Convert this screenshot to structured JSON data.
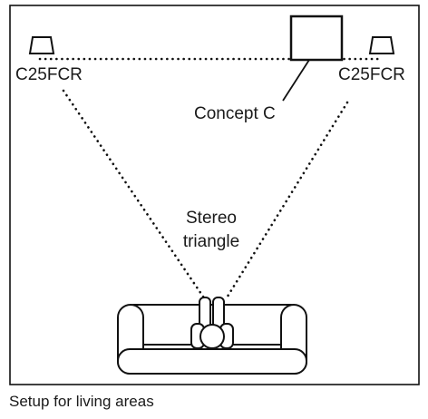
{
  "labels": {
    "speaker_left": "C25FCR",
    "speaker_right": "C25FCR",
    "center_speaker": "Concept C",
    "stereo_line1": "Stereo",
    "stereo_line2": "triangle"
  },
  "caption": "Setup for living areas"
}
